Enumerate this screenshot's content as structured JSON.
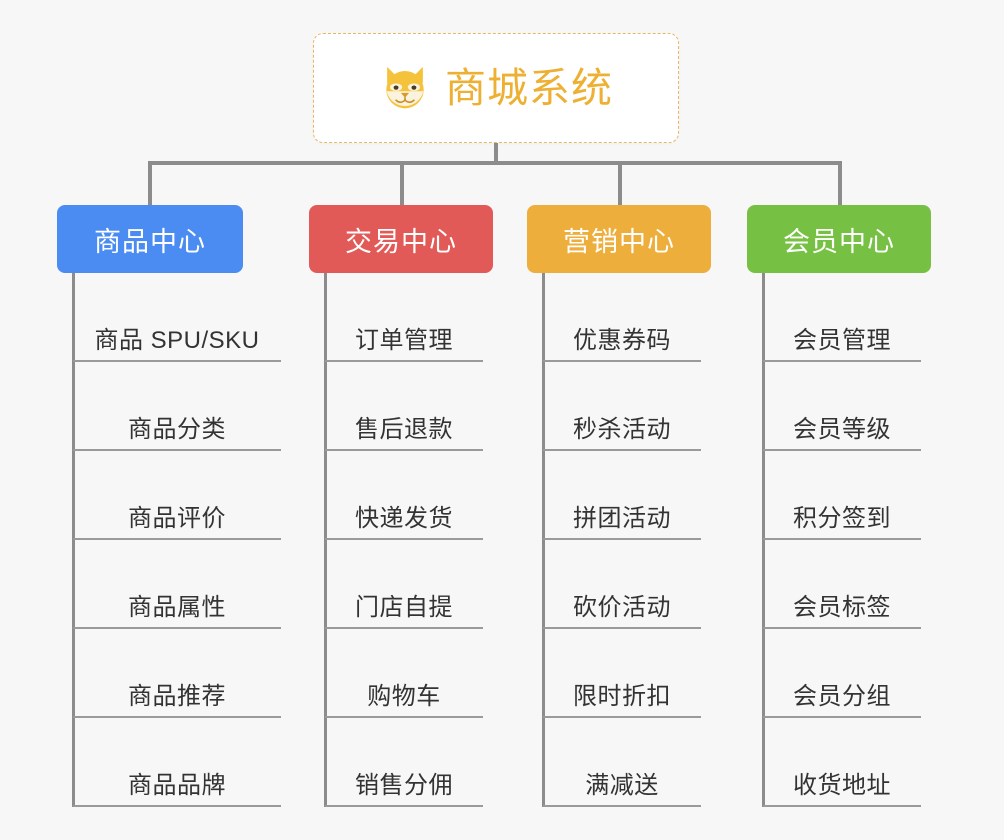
{
  "page": {
    "background_color": "#f7f7f7",
    "type": "org-chart",
    "title": "商城系统"
  },
  "root": {
    "label": "商城系统",
    "icon": "shiba-dog-face-icon",
    "text_color": "#eeb033",
    "border_color": "#e8b764",
    "background_color": "#ffffff"
  },
  "connector_color": "#8c8c8c",
  "columns": [
    {
      "id": "product-center",
      "label": "商品中心",
      "color": "#4A8CF2",
      "items": [
        {
          "label": "商品 SPU/SKU"
        },
        {
          "label": "商品分类"
        },
        {
          "label": "商品评价"
        },
        {
          "label": "商品属性"
        },
        {
          "label": "商品推荐"
        },
        {
          "label": "商品品牌"
        }
      ]
    },
    {
      "id": "trade-center",
      "label": "交易中心",
      "color": "#E25A57",
      "items": [
        {
          "label": "订单管理"
        },
        {
          "label": "售后退款"
        },
        {
          "label": "快递发货"
        },
        {
          "label": "门店自提"
        },
        {
          "label": "购物车"
        },
        {
          "label": "销售分佣"
        }
      ]
    },
    {
      "id": "marketing-center",
      "label": "营销中心",
      "color": "#EDAE3C",
      "items": [
        {
          "label": "优惠券码"
        },
        {
          "label": "秒杀活动"
        },
        {
          "label": "拼团活动"
        },
        {
          "label": "砍价活动"
        },
        {
          "label": "限时折扣"
        },
        {
          "label": "满减送"
        }
      ]
    },
    {
      "id": "member-center",
      "label": "会员中心",
      "color": "#76C043",
      "items": [
        {
          "label": "会员管理"
        },
        {
          "label": "会员等级"
        },
        {
          "label": "积分签到"
        },
        {
          "label": "会员标签"
        },
        {
          "label": "会员分组"
        },
        {
          "label": "收货地址"
        }
      ]
    }
  ]
}
